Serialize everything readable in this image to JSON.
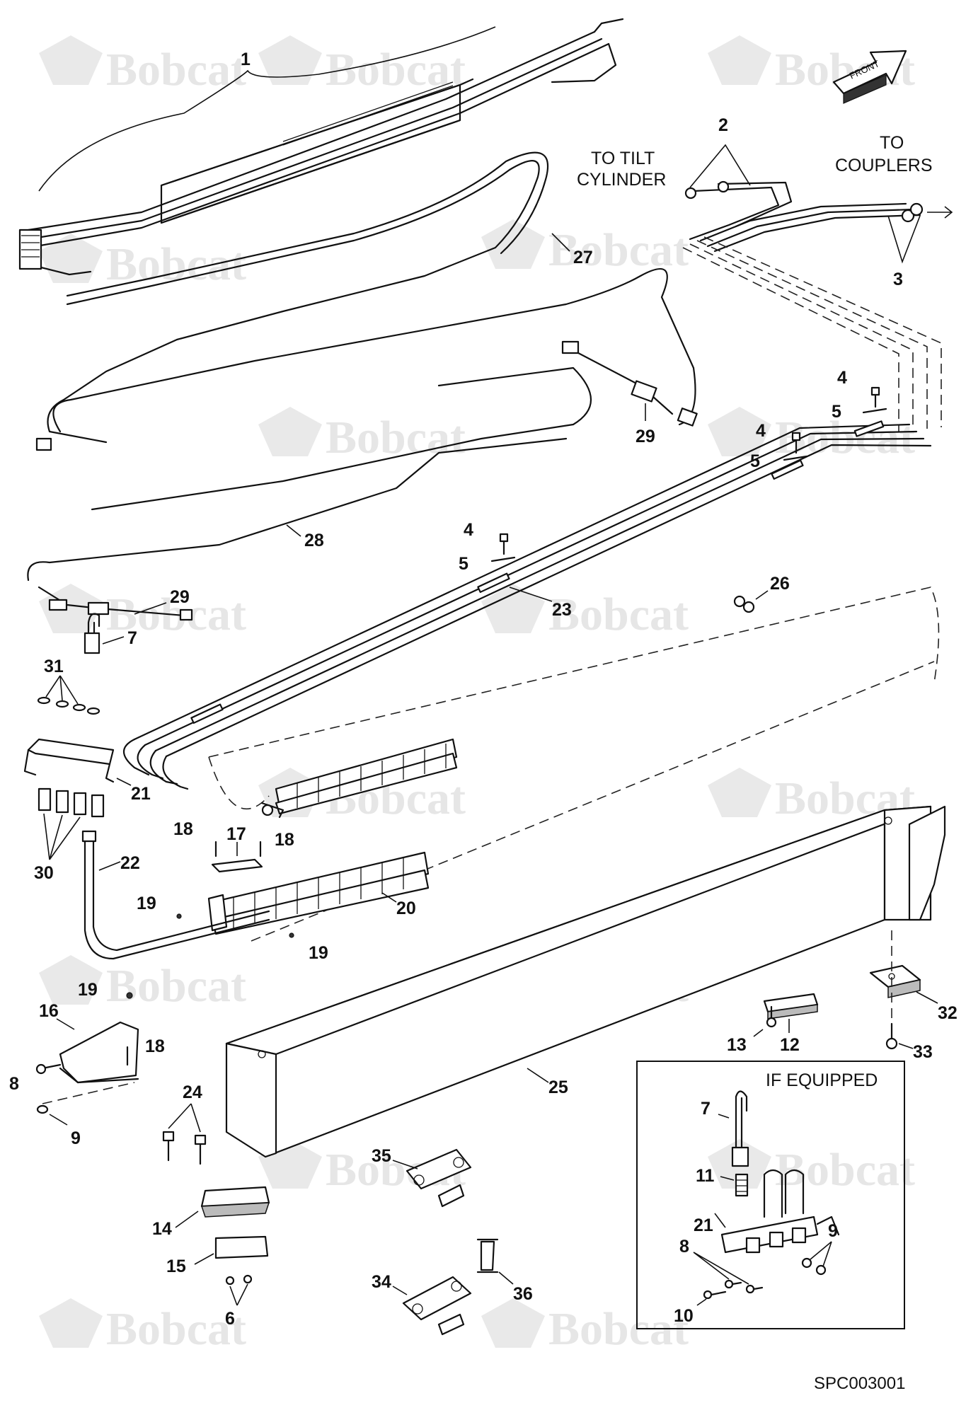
{
  "watermark": {
    "brand": "Bobcat"
  },
  "front_arrow": {
    "label": "FRONT"
  },
  "notes": {
    "tilt_cylinder_line1": "TO TILT",
    "tilt_cylinder_line2": "CYLINDER",
    "couplers_line1": "TO",
    "couplers_line2": "COUPLERS",
    "if_equipped": "IF EQUIPPED",
    "drawing_id": "SPC003001"
  },
  "callouts": {
    "c1": "1",
    "c2": "2",
    "c3": "3",
    "c4a": "4",
    "c5a": "5",
    "c4b": "4",
    "c5b": "5",
    "c4c": "4",
    "c5c": "5",
    "c6": "6",
    "c7": "7",
    "c7b": "7",
    "c8": "8",
    "c8b": "8",
    "c9": "9",
    "c9b": "9",
    "c10": "10",
    "c11": "11",
    "c12": "12",
    "c13": "13",
    "c14": "14",
    "c15": "15",
    "c16": "16",
    "c17": "17",
    "c18a": "18",
    "c18b": "18",
    "c18c": "18",
    "c19a": "19",
    "c19b": "19",
    "c19c": "19",
    "c20": "20",
    "c21": "21",
    "c21b": "21",
    "c22": "22",
    "c23": "23",
    "c24": "24",
    "c25": "25",
    "c26": "26",
    "c27": "27",
    "c28": "28",
    "c29a": "29",
    "c29b": "29",
    "c30": "30",
    "c31": "31",
    "c32": "32",
    "c33": "33",
    "c34": "34",
    "c35": "35",
    "c36": "36"
  }
}
